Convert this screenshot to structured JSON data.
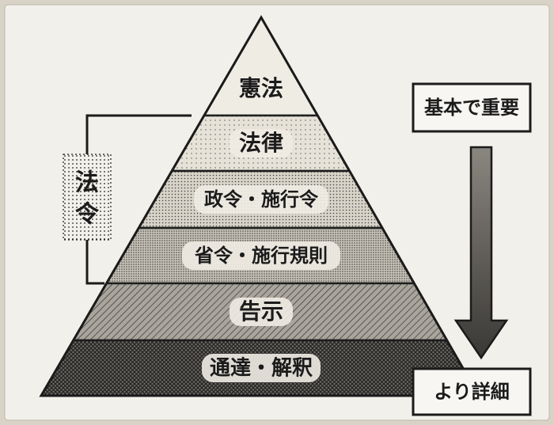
{
  "diagram": {
    "tiers": [
      {
        "label": "憲法",
        "fill": "#efece4",
        "label_bg": "#efece4"
      },
      {
        "label": "法律",
        "fill": "#e6e2d8",
        "label_bg": "#efece4"
      },
      {
        "label": "政令・施行令",
        "fill": "#d8d3c8",
        "label_bg": "#efece4"
      },
      {
        "label": "省令・施行規則",
        "fill": "#c8c3b8",
        "label_bg": "#efece4"
      },
      {
        "label": "告示",
        "fill": "#aaa59c",
        "label_bg": "#efece4"
      },
      {
        "label": "通達・解釈",
        "fill": "#6e6a64",
        "label_bg": "#efece4"
      }
    ],
    "bracket_label": "法令",
    "top_box_label": "基本で重要",
    "bottom_box_label": "より詳細",
    "colors": {
      "paper": "#f2f0ea",
      "ink": "#1b1b1b",
      "arrow": "#4a4744"
    }
  }
}
